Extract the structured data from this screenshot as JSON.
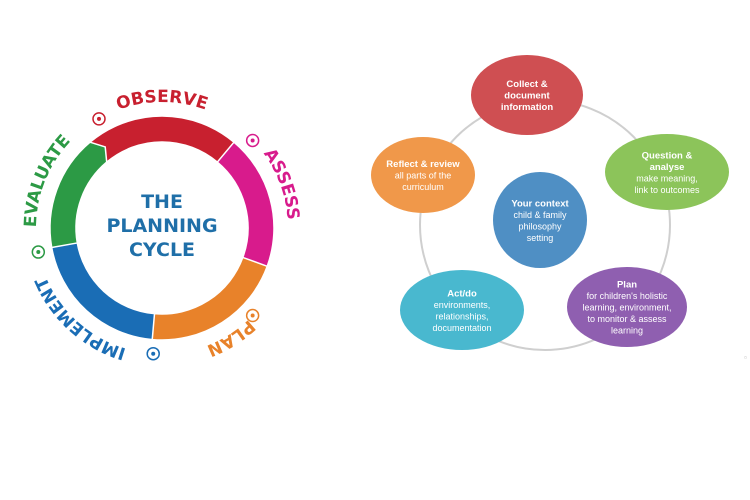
{
  "cycle": {
    "title_lines": [
      "THE",
      "PLANNING",
      "CYCLE"
    ],
    "stages": [
      {
        "label": "OBSERVE",
        "icon": "eye-icon",
        "color": "#c8202f"
      },
      {
        "label": "ASSESS",
        "icon": "question-icon",
        "color": "#d81b8c"
      },
      {
        "label": "PLAN",
        "icon": "lightbulb-icon",
        "color": "#e8822a"
      },
      {
        "label": "IMPLEMENT",
        "icon": "gear-icon",
        "color": "#1a6db5"
      },
      {
        "label": "EVALUATE",
        "icon": "people-icon",
        "color": "#2c9a45"
      }
    ]
  },
  "context_diagram": {
    "center": {
      "title": "Your context",
      "lines": [
        "child & family",
        "philosophy",
        "setting"
      ],
      "color": "#4f8fc4"
    },
    "nodes": [
      {
        "title_lines": [
          "Collect &",
          "document",
          "information"
        ],
        "lines": [],
        "color": "#cf4f52"
      },
      {
        "title_lines": [
          "Question &",
          "analyse"
        ],
        "lines": [
          "make meaning,",
          "link to outcomes"
        ],
        "color": "#8cc45a"
      },
      {
        "title_lines": [
          "Plan"
        ],
        "lines": [
          "for children's holistic",
          "learning, environment,",
          "to monitor & assess",
          "learning"
        ],
        "color": "#8f5fb0"
      },
      {
        "title_lines": [
          "Act/do"
        ],
        "lines": [
          "environments,",
          "relationships,",
          "documentation"
        ],
        "color": "#49b8cf"
      },
      {
        "title_lines": [
          "Reflect & review"
        ],
        "lines": [
          "all parts of the",
          "curriculum"
        ],
        "color": "#f0984a"
      }
    ]
  }
}
